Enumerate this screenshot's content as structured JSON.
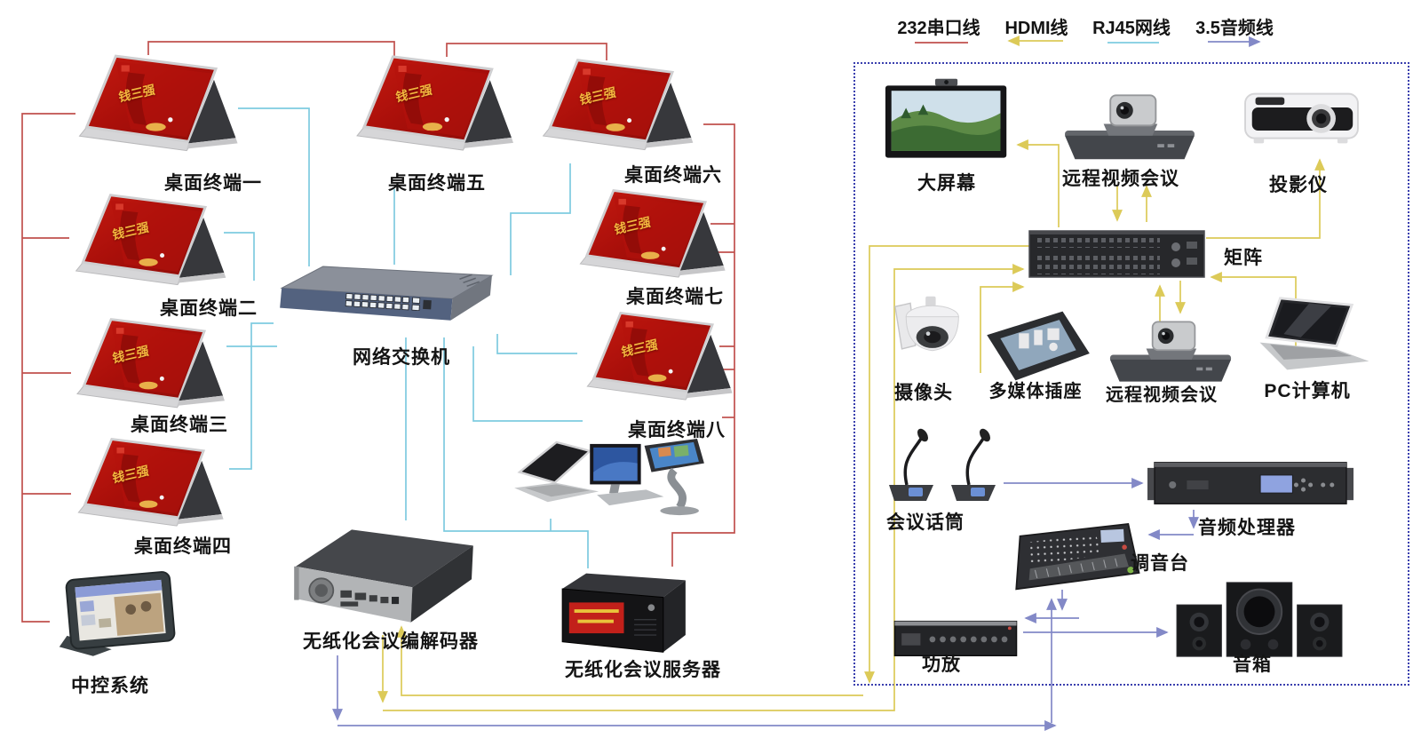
{
  "diagram": {
    "title_hint": "paperless conference system topology",
    "zone_border_color": "#3a3fae"
  },
  "legend": {
    "items": [
      {
        "label": "232串口线",
        "color": "#c0504d"
      },
      {
        "label": "HDMI线",
        "color": "#dcca58"
      },
      {
        "label": "RJ45网线",
        "color": "#7ecbe0"
      },
      {
        "label": "3.5音频线",
        "color": "#8389c7"
      }
    ]
  },
  "terminals": {
    "screen_name": "钱三强",
    "items": [
      "桌面终端一",
      "桌面终端二",
      "桌面终端三",
      "桌面终端四",
      "桌面终端五",
      "桌面终端六",
      "桌面终端七",
      "桌面终端八"
    ]
  },
  "devices": {
    "central_control": "中控系统",
    "switch": "网络交换机",
    "codec": "无纸化会议编解码器",
    "server": "无纸化会议服务器",
    "big_screen": "大屏幕",
    "video_conference": "远程视频会议",
    "projector": "投影仪",
    "matrix": "矩阵",
    "camera": "摄像头",
    "media_socket": "多媒体插座",
    "pc": "PC计算机",
    "microphones": "会议话筒",
    "audio_processor": "音频处理器",
    "mixer": "调音台",
    "amplifier": "功放",
    "speakers": "音箱"
  }
}
